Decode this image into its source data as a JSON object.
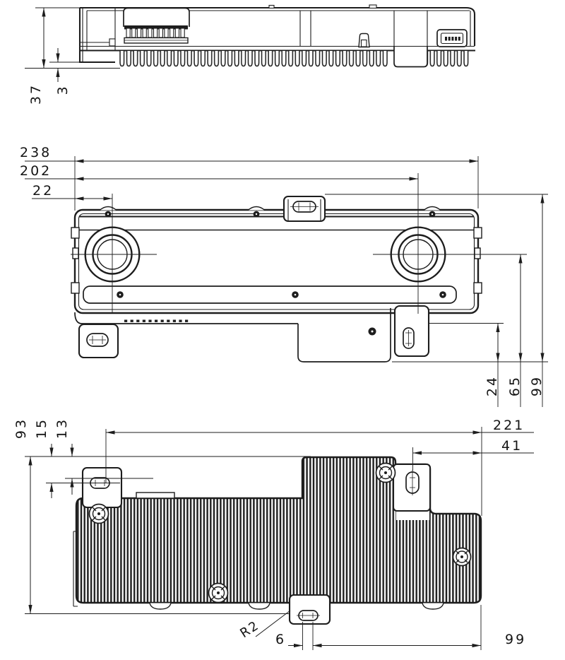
{
  "drawing": {
    "colors": {
      "line": "#1d1d1d",
      "background": "#ffffff"
    },
    "views": {
      "side": {
        "dims": {
          "overall_height": "37",
          "fin_height": "3"
        }
      },
      "front": {
        "dims": {
          "overall_width": "238",
          "width_to_right_lens": "202",
          "width_to_left_lens": "22",
          "tab_height": "24",
          "lens_center_height": "65",
          "overall_height": "99"
        }
      },
      "back": {
        "dims": {
          "overall_height": "93",
          "slot_center_from_top": "15",
          "slot_edge_from_top": "13",
          "slot_span_width": "221",
          "slot_to_right_edge": "41",
          "corner_radius": "R2",
          "slot_hole_pitch": "6",
          "tab_to_right_edge": "99"
        }
      }
    }
  }
}
